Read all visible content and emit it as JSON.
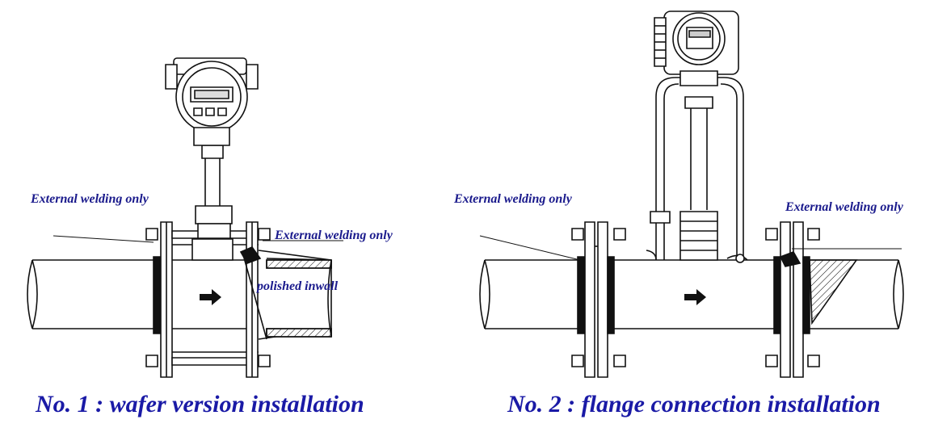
{
  "diagram1": {
    "labels": {
      "welding_left": "External welding only",
      "welding_right": "External welding only",
      "polished": "polished inwall"
    },
    "caption": "No. 1 : wafer version installation"
  },
  "diagram2": {
    "labels": {
      "welding_left": "External welding only",
      "welding_right": "External welding only"
    },
    "caption": "No. 2 : flange connection installation"
  },
  "colors": {
    "label_text": "#1a1a8c",
    "line": "#111111"
  }
}
